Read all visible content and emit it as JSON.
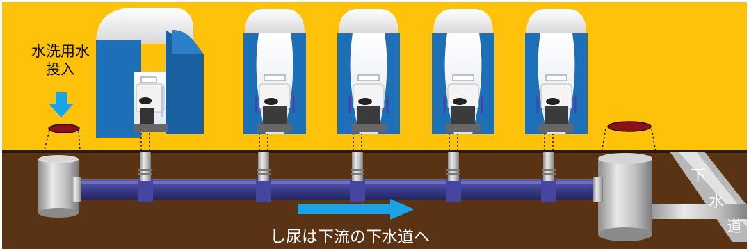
{
  "labels": {
    "flush_water_line1": "水洗用水",
    "flush_water_line2": "投入",
    "flow_text": "し尿は下流の下水道へ",
    "sewer_chars": [
      "下",
      "水",
      "道"
    ]
  },
  "colors": {
    "sky": "#ffc20a",
    "ground": "#5a3214",
    "curtain_blue": "#1d6fb8",
    "pipe": "#3f3f8f",
    "flow_arrow": "#1aa3e6",
    "manhole_lid": "#8b1212"
  },
  "toilet_units": 5,
  "icons": [
    "down-arrow-icon",
    "flow-right-arrow-icon"
  ]
}
